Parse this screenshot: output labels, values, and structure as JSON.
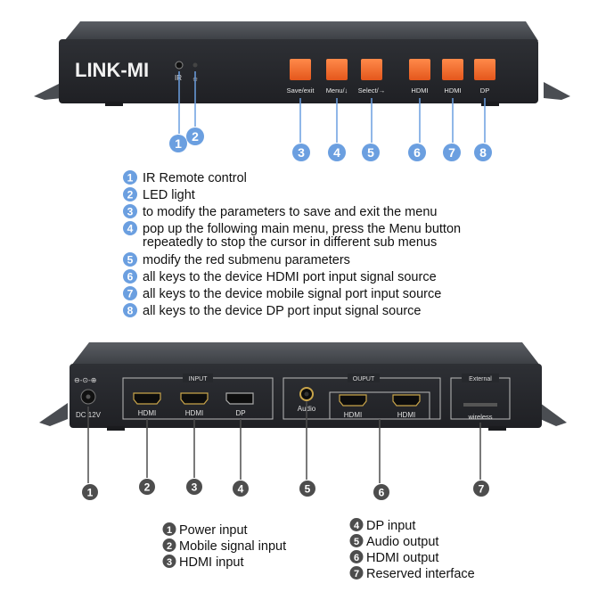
{
  "front_panel": {
    "brand": "LINK-MI",
    "ir_label": "IR",
    "buttons": [
      "Save/exit",
      "Menu/↓",
      "Select/→",
      "HDMI",
      "HDMI",
      "DP"
    ],
    "button_color": "#f26a2e",
    "callouts": [
      "1",
      "2",
      "3",
      "4",
      "5",
      "6",
      "7",
      "8"
    ]
  },
  "front_legend": [
    {
      "num": "1",
      "text": "IR Remote control"
    },
    {
      "num": "2",
      "text": "LED light"
    },
    {
      "num": "3",
      "text": "to modify the parameters to save and exit the menu"
    },
    {
      "num": "4",
      "text": "pop up the following main menu, press the Menu button",
      "text2": "repeatedly to stop the cursor in different sub menus"
    },
    {
      "num": "5",
      "text": "modify the red submenu parameters"
    },
    {
      "num": "6",
      "text": "all keys to the device HDMI port input signal source"
    },
    {
      "num": "7",
      "text": "all keys to the device mobile signal port input source"
    },
    {
      "num": "8",
      "text": "all keys to the device DP port input signal source"
    }
  ],
  "back_panel": {
    "input_group": "INPUT",
    "output_group": "OUPUT",
    "external_group": "External",
    "power_label": "DC 12V",
    "ports": [
      "HDMI",
      "HDMI",
      "DP",
      "Audio",
      "HDMI",
      "HDMI",
      "wireless"
    ],
    "callouts": [
      "1",
      "2",
      "3",
      "4",
      "5",
      "6",
      "7"
    ]
  },
  "back_legend_left": [
    {
      "num": "1",
      "text": "Power input"
    },
    {
      "num": "2",
      "text": "Mobile signal input"
    },
    {
      "num": "3",
      "text": "HDMI input"
    }
  ],
  "back_legend_right": [
    {
      "num": "4",
      "text": "DP input"
    },
    {
      "num": "5",
      "text": "Audio output"
    },
    {
      "num": "6",
      "text": "HDMI output"
    },
    {
      "num": "7",
      "text": "Reserved interface"
    }
  ],
  "colors": {
    "callout_blue": "#6b9fe0",
    "callout_gray": "#4d4d4d",
    "device_body": "#2a2c30"
  }
}
